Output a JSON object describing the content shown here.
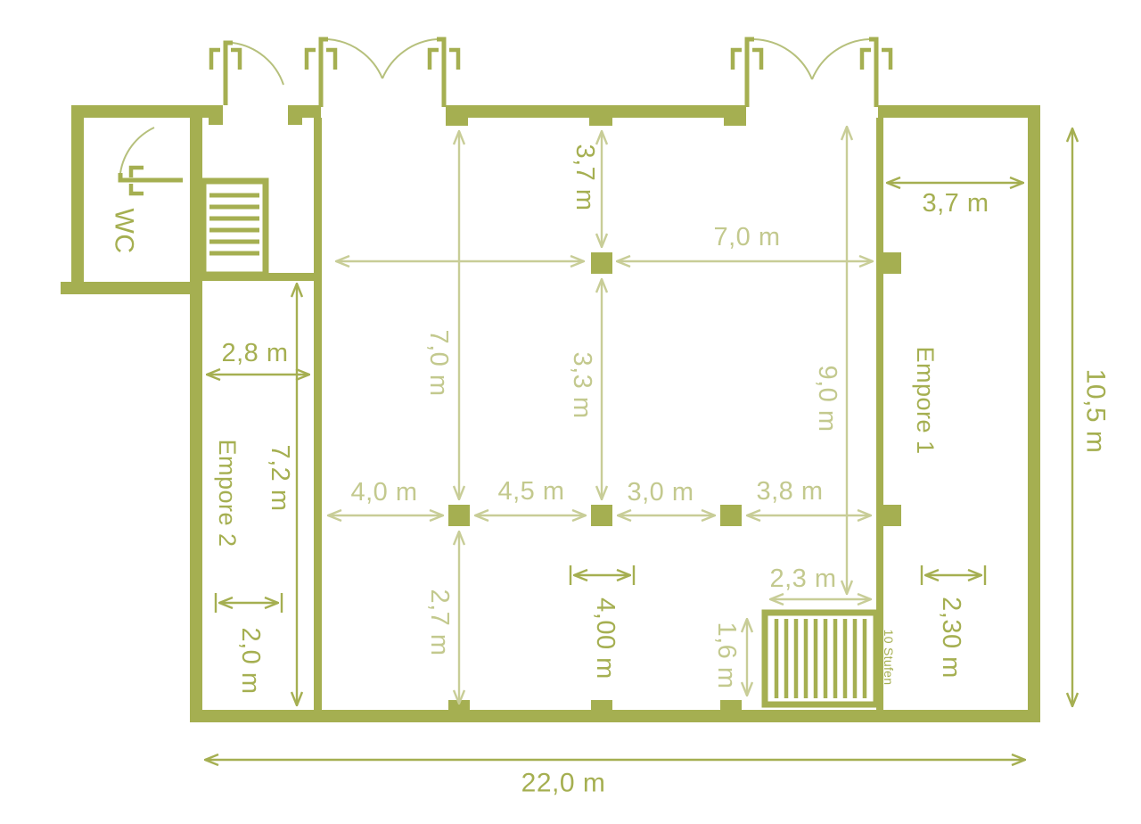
{
  "plan": {
    "type": "floor-plan",
    "language": "de",
    "colors": {
      "wall": "#a5af51",
      "dim_dark": "#a5af51",
      "dim_light": "#c8cd97",
      "text_light": "#c3c98e",
      "door_arc": "#b6c07c",
      "background": "#ffffff"
    },
    "rooms": {
      "wc": "WC",
      "empore1": "Empore 1",
      "empore2": "Empore 2"
    },
    "stairs": {
      "bottom_right_note": "10 Stufen",
      "bottom_right_treads": 10,
      "top_left_treads": 6
    },
    "dims": {
      "col_top_offset": "3,7 m",
      "span_top_right": "7,0 m",
      "hall_left_vert": "7,0 m",
      "col_mid_gap": "3,3 m",
      "right_vert": "9,0 m",
      "empore1_width": "3,7 m",
      "empore2_width": "2,8 m",
      "empore2_height": "7,2 m",
      "bay_1": "4,0 m",
      "bay_2": "4,5 m",
      "bay_3": "3,0 m",
      "bay_4": "3,8 m",
      "col_bottom_offset": "2,7 m",
      "stair_width": "2,3 m",
      "stair_height": "1,6 m",
      "clear_mid": "4,00 m",
      "clear_right": "2,30 m",
      "clear_left": "2,0 m",
      "total_width": "22,0 m",
      "total_height": "10,5 m"
    }
  }
}
